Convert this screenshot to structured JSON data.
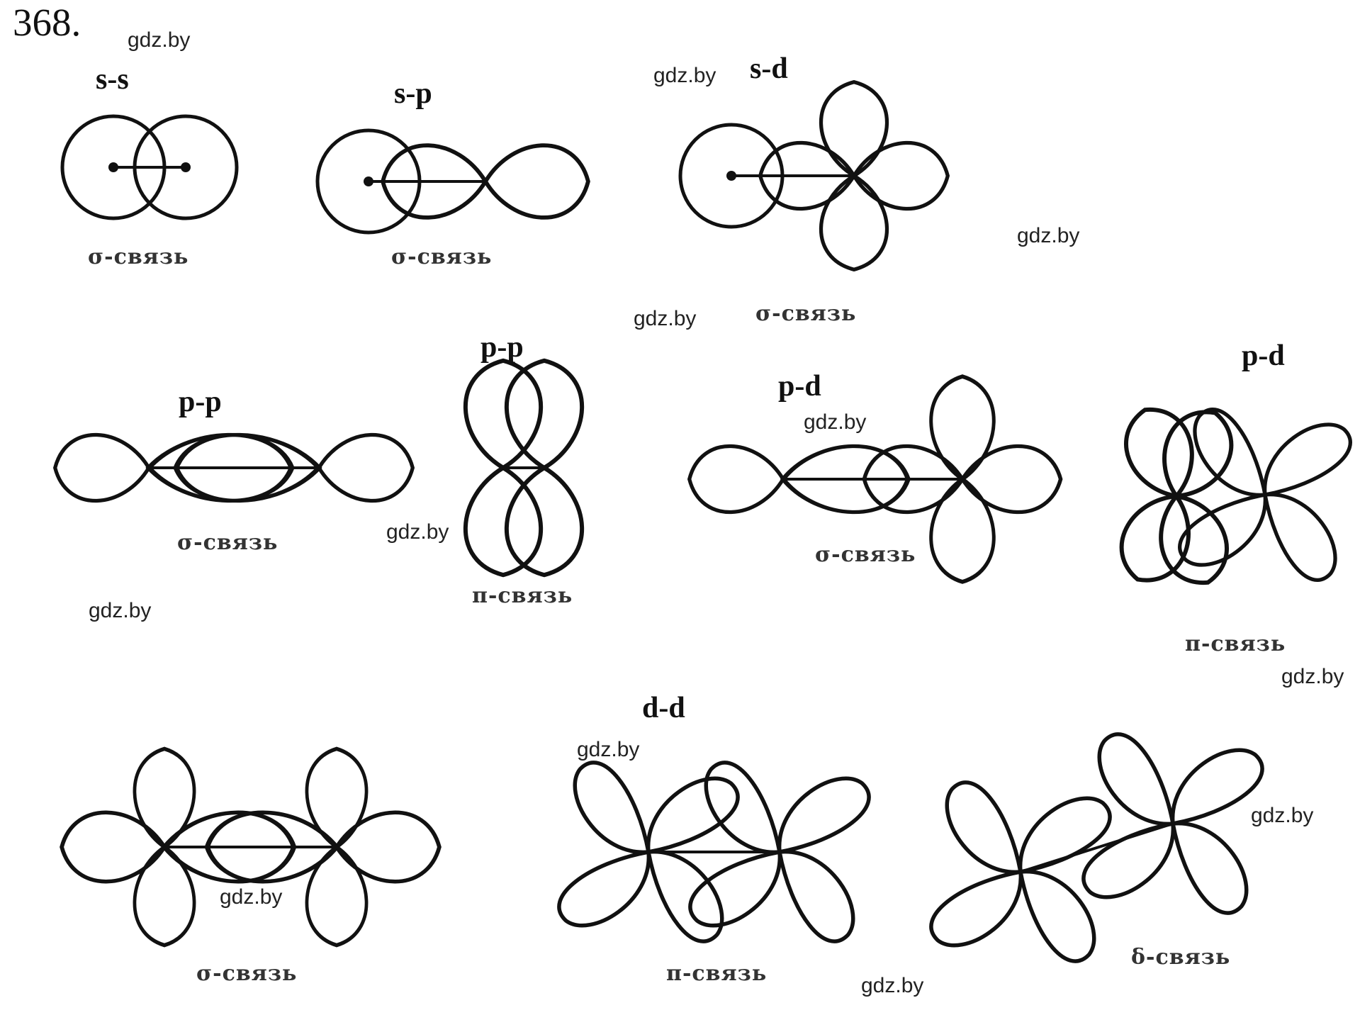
{
  "problem_number": "368.",
  "watermark": "gdz.by",
  "diagrams": [
    {
      "title": "s-s",
      "bond": "σ-связь"
    },
    {
      "title": "s-p",
      "bond": "σ-связь"
    },
    {
      "title": "s-d",
      "bond": "σ-связь"
    },
    {
      "title": "p-p",
      "bond": "σ-связь"
    },
    {
      "title": "p-p",
      "bond": "π-связь"
    },
    {
      "title": "p-d",
      "bond": "σ-связь"
    },
    {
      "title": "p-d",
      "bond": "π-связь"
    },
    {
      "title": "d-d"
    },
    {
      "bond": "σ-связь"
    },
    {
      "bond": "π-связь"
    },
    {
      "bond": "δ-связь"
    }
  ]
}
